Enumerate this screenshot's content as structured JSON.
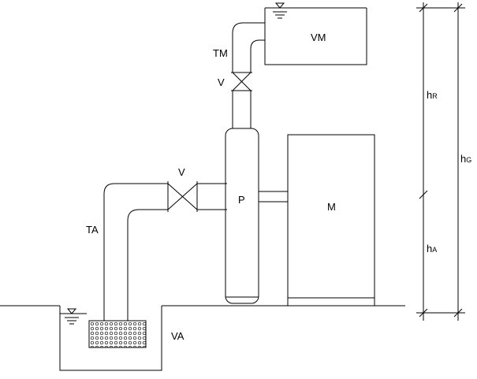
{
  "labels": {
    "upper_tank": "VM",
    "delivery_pipe": "TM",
    "upper_valve": "V",
    "lower_valve": "V",
    "suction_pipe": "TA",
    "pump": "P",
    "motor": "M",
    "lower_tank": "VA"
  },
  "dimensions": {
    "h_R": {
      "base": "h",
      "sub": "R"
    },
    "h_G": {
      "base": "h",
      "sub": "G"
    },
    "h_A": {
      "base": "h",
      "sub": "A"
    }
  }
}
